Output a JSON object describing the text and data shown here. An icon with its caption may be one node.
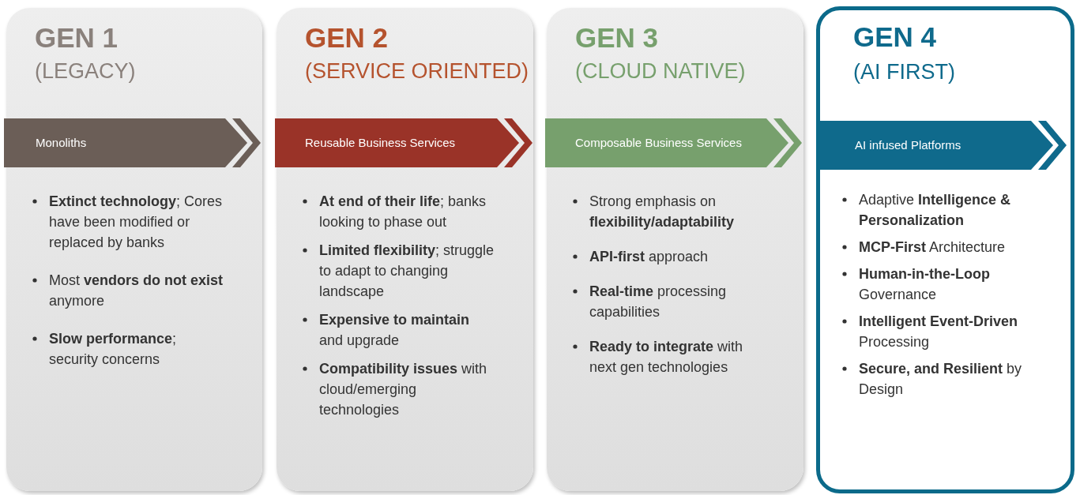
{
  "diagram": {
    "nodes": [
      {
        "text": [
          "GEN 1",
          "(LEGACY)",
          "**Extinct technology**; Cores have been modified or replaced by banks",
          "Most **vendors do not exist** anymore",
          "**Slow performance**; security concerns"
        ]
      },
      {
        "text": [
          "Monoliths"
        ],
        "in": 0
      },
      {
        "text": [
          "GEN 2",
          "(SERVICE ORIENTED)",
          "**At end of their life**; banks looking to phase out",
          "**Limited flexibility**; struggle to adapt to changing landscape",
          "**Expensive to maintain** and upgrade",
          "**Compatibility issues** with cloud/emerging technologies"
        ]
      },
      {
        "text": [
          "Reusable Business Services"
        ],
        "in": 2
      },
      {
        "text": [
          "GEN 3",
          "(CLOUD NATIVE)",
          "Strong emphasis on **flexibility/adaptability**",
          "**API-first** approach",
          "**Real-time** processing capabilities",
          "**Ready to integrate** with next gen technologies"
        ]
      },
      {
        "text": [
          "Composable Business Services"
        ],
        "in": 4
      },
      {
        "text": [
          "GEN 4",
          "(AI FIRST)",
          "Adaptive **Intelligence & Personalization**",
          "**MCP-First** Architecture",
          "**Human-in-the-Loop** Governance",
          "**Intelligent Event-Driven** Processing",
          "**Secure, and Resilient** by Design"
        ]
      },
      {
        "text": [
          "AI infused Platforms"
        ],
        "in": 6
      }
    ],
    "edges": []
  }
}
